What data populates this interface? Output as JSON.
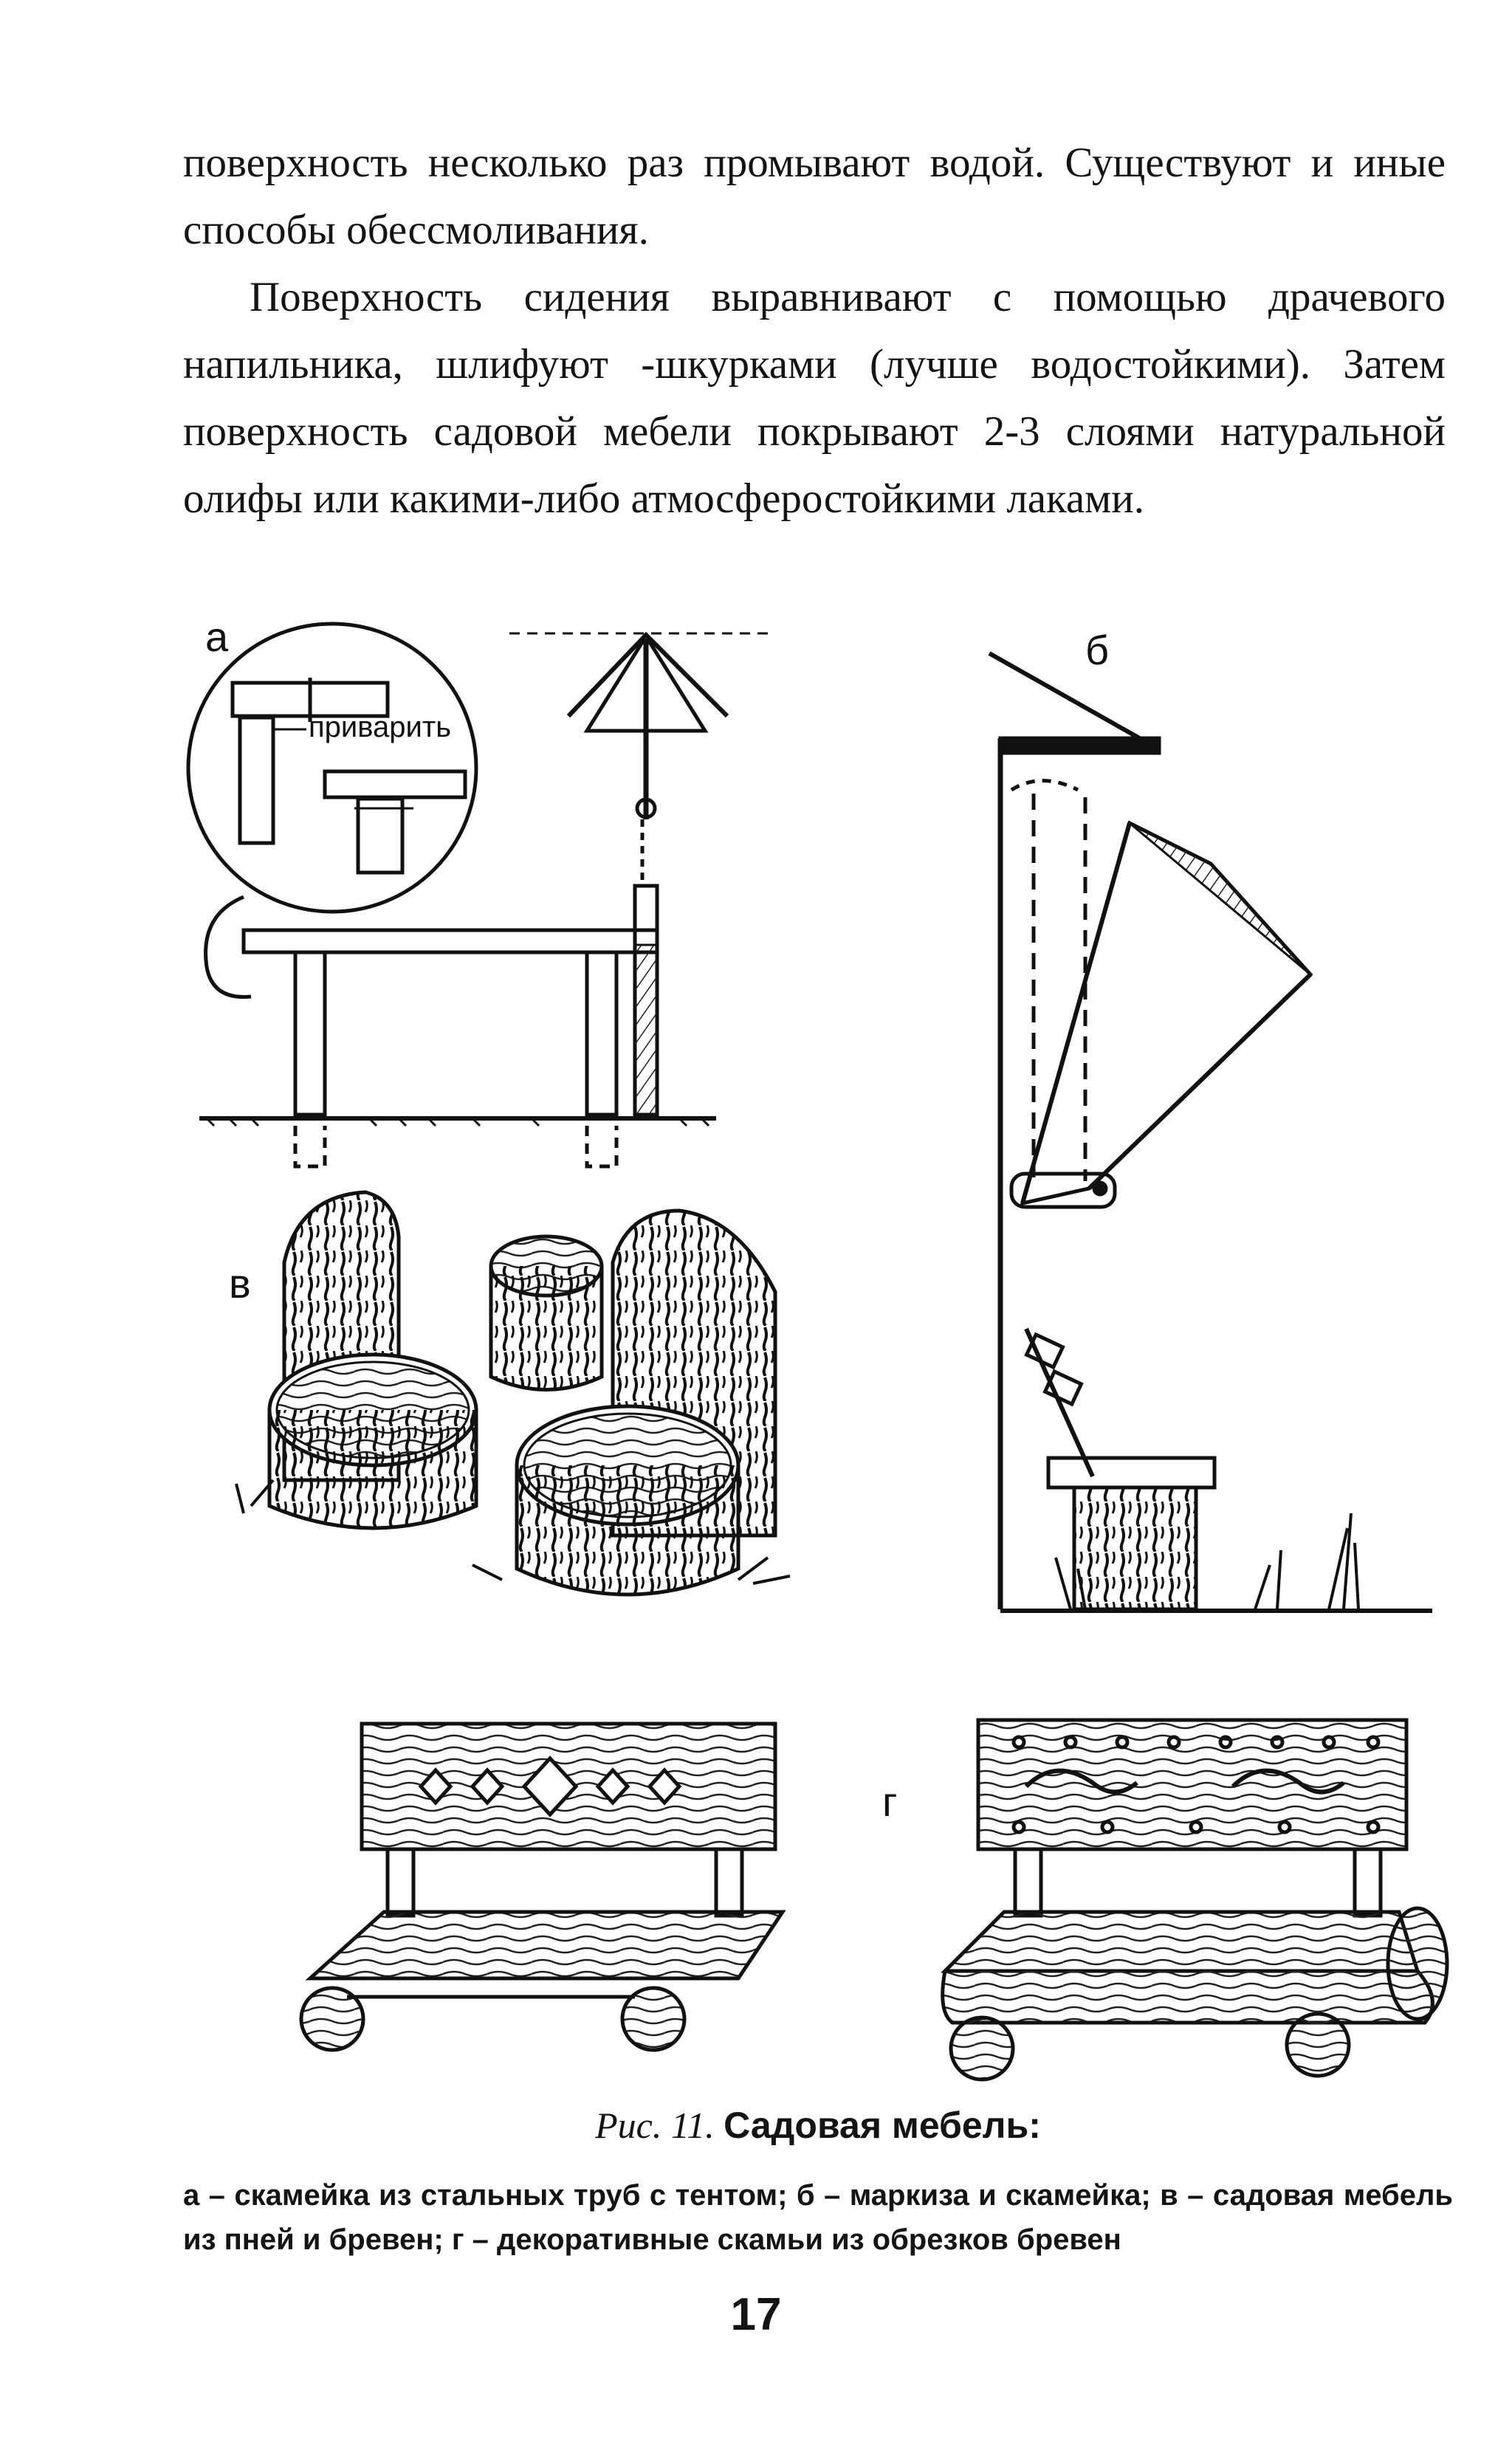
{
  "body": {
    "para1": "поверхность несколько раз промывают водой. Существуют и иные способы обессмоливания.",
    "para2": "Поверхность сидения выравнивают с помощью драчевого напильника, шлифуют -шкурками (лучше водостойкими). Затем поверхность садовой мебели покрывают 2-3 слоями натуральной олифы или какими-либо атмосферостойкими лаками."
  },
  "figure": {
    "label_a": "а",
    "label_b": "б",
    "label_v": "в",
    "label_g": "г",
    "weld_note": "приварить"
  },
  "caption": {
    "prefix": "Рис. 11.",
    "title": "Садовая мебель:",
    "body": "а – скамейка из стальных труб с тентом; б – маркиза и скамейка; в – садовая мебель из пней и бревен; г – декоративные скамьи из обрезков бревен"
  },
  "page_number": "17"
}
